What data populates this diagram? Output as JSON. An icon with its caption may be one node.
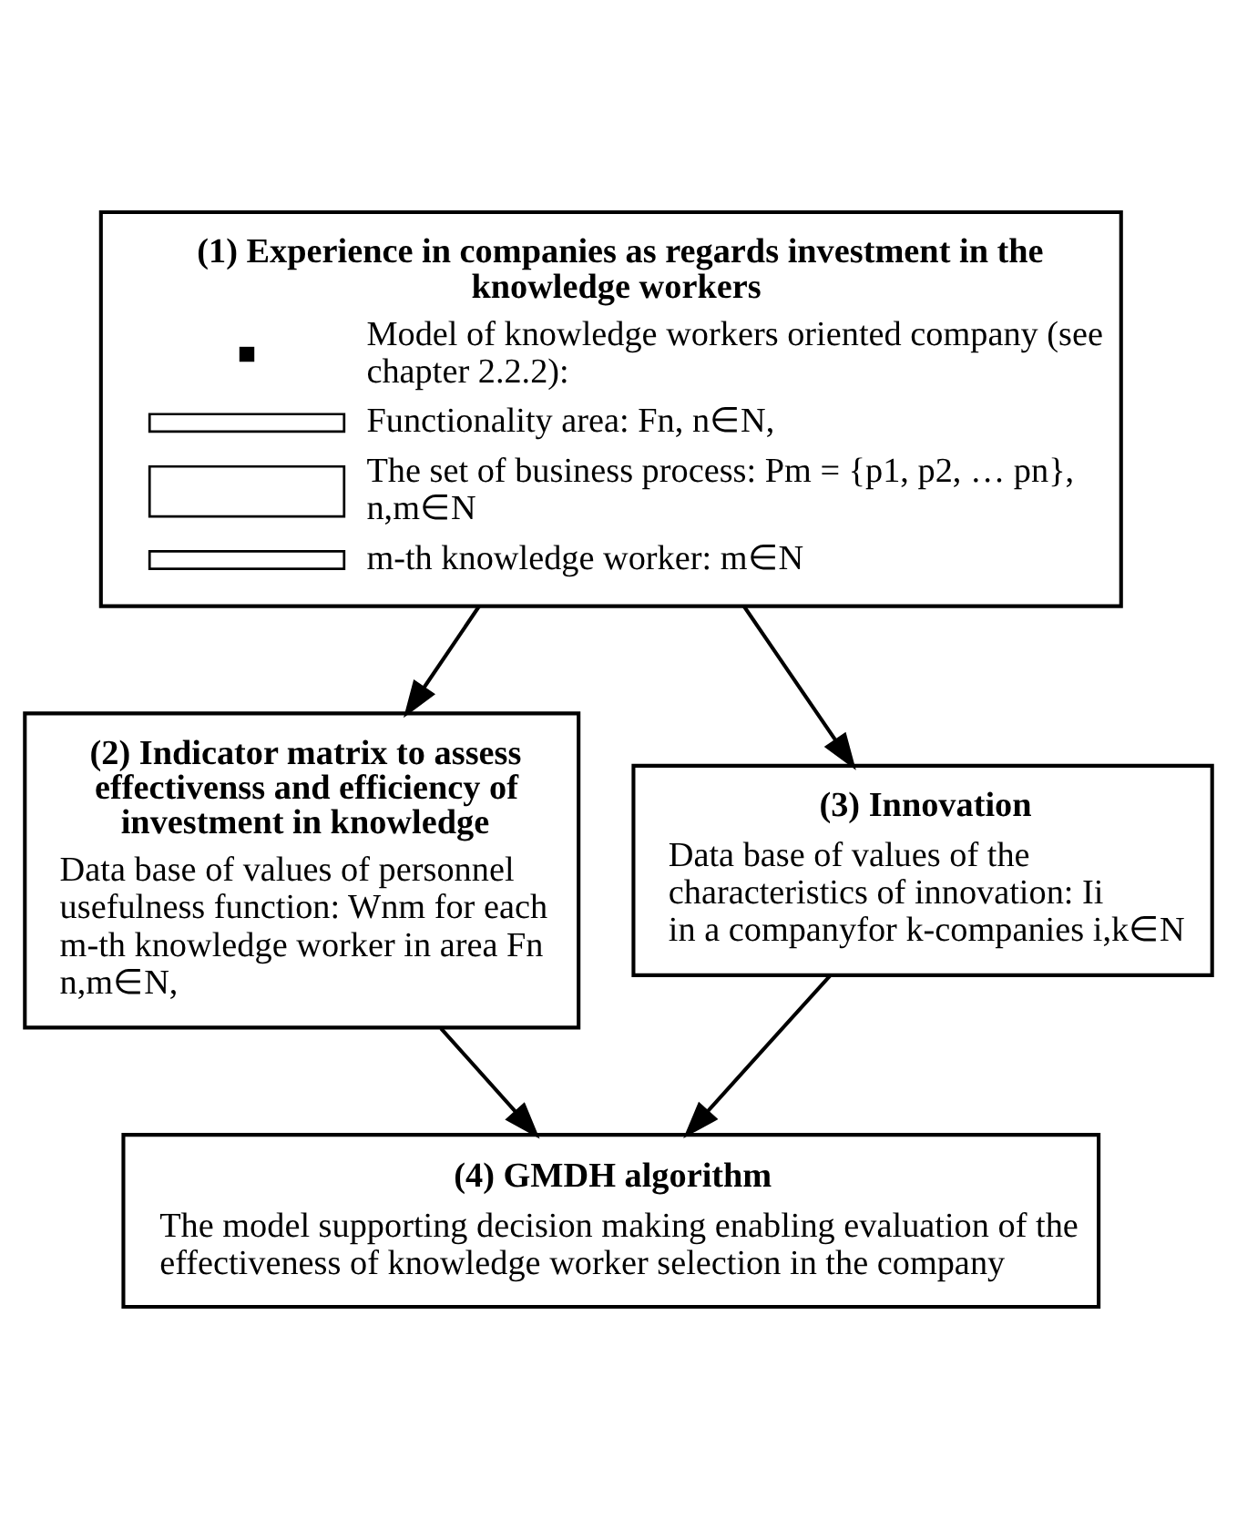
{
  "diagram": {
    "nodes": [
      {
        "text": [
          "(1) Experience in companies as regards investment in the knowledge workers",
          "Model of knowledge workers oriented company (see chapter 2.2.2):",
          "Functionality area: Fn, n∈N,",
          "The set of business process: Pm = {p1, p2, … pn}, n,m∈N",
          "m-th knowledge worker: m∈N"
        ]
      },
      {
        "text": [
          "(2) Indicator matrix to assess effectivenss and efficiency of investment in knowledge",
          "Data base of values of personnel usefulness function: Wnm for each m-th knowledge worker in area Fn n,m∈N,"
        ]
      },
      {
        "text": [
          "(3) Innovation",
          "Data base of values of the characteristics of innovation: Ii in a companyfor k-companies i,k∈N"
        ]
      },
      {
        "text": [
          "(4) GMDH algorithm",
          "The model supporting decision making enabling evaluation of the effectiveness of knowledge worker selection in the company"
        ]
      }
    ],
    "edges": [
      {
        "from": 0,
        "to": 1,
        "arrow": "to"
      },
      {
        "from": 0,
        "to": 2,
        "arrow": "to"
      },
      {
        "from": 1,
        "to": 3,
        "arrow": "to"
      },
      {
        "from": 2,
        "to": 3,
        "arrow": "to"
      }
    ]
  }
}
